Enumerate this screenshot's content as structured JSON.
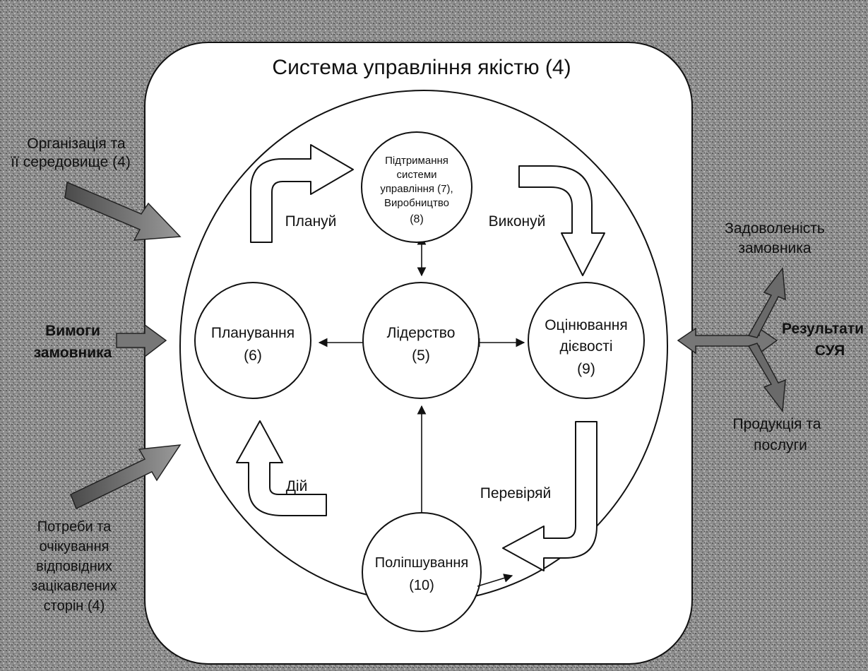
{
  "title": "Система управління якістю (4)",
  "center": [
    "Лідерство",
    "(5)"
  ],
  "planning": [
    "Планування",
    "(6)"
  ],
  "support": [
    "Підтримання",
    "системи",
    "управління (7),",
    "Виробництво",
    "(8)"
  ],
  "evaluation": [
    "Оцінювання",
    "дієвості",
    "(9)"
  ],
  "improvement": [
    "Поліпшування",
    "(10)"
  ],
  "cycle": {
    "plan": "Плануй",
    "do": "Виконуй",
    "check": "Перевіряй",
    "act": "Дій"
  },
  "inputs": {
    "organization": [
      "Організація та",
      "її середовище (4)"
    ],
    "requirements": [
      "Вимоги",
      "замовника"
    ],
    "needs": [
      "Потреби та",
      "очікування",
      "відповідних",
      "зацікавлених",
      "сторін (4)"
    ]
  },
  "outputs": {
    "satisfaction": [
      "Задоволеність",
      "замовника"
    ],
    "results": [
      "Результати",
      "СУЯ"
    ],
    "products": [
      "Продукція та",
      "послуги"
    ]
  },
  "colors": {
    "background": "#8a8a8a",
    "panel": "#ffffff",
    "stroke": "#111111",
    "input_arrow": "#6b6b6b"
  }
}
